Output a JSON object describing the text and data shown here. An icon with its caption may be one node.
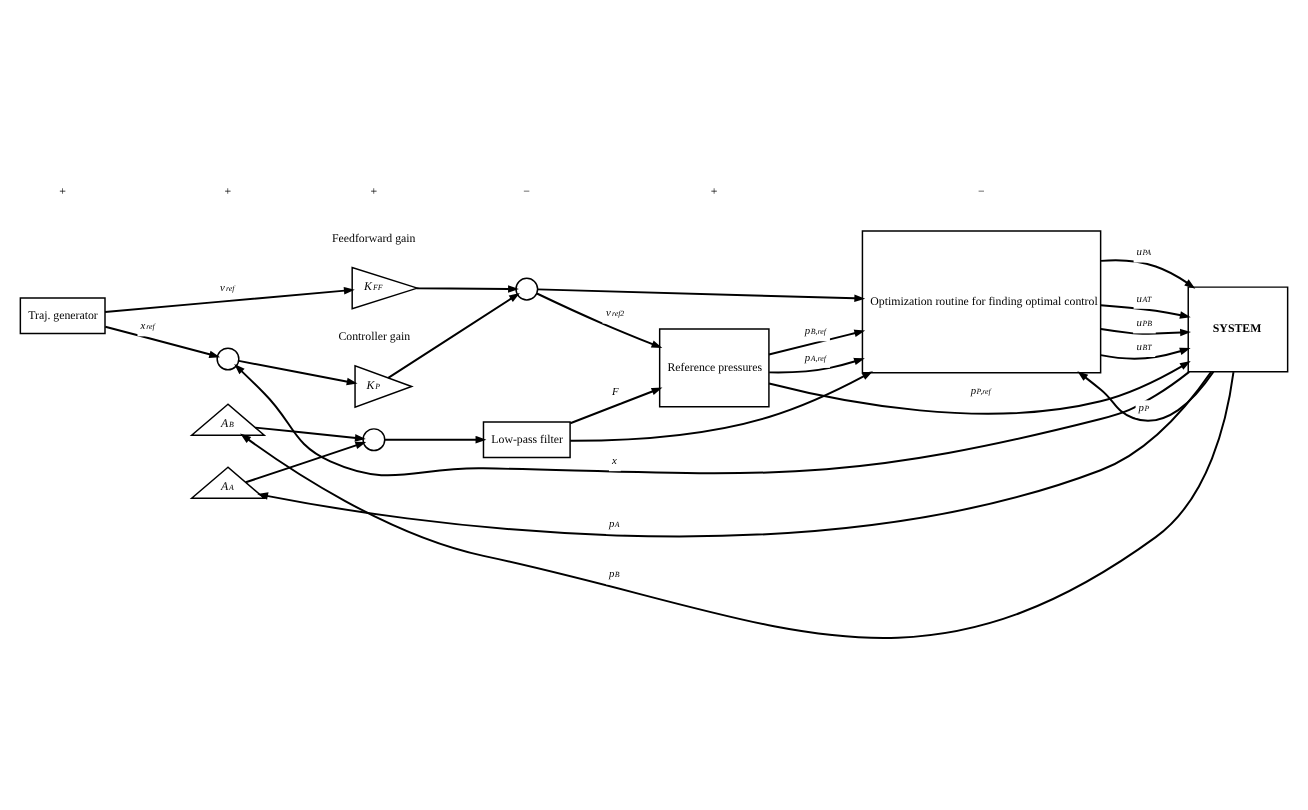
{
  "diagram": {
    "nodes": [
      {
        "text": [
          "Traj. generator"
        ]
      },
      {
        "text": [
          "K$_{FF}$"
        ],
        "beside": [
          "Feedforward gain"
        ]
      },
      {
        "text": [],
        "shape": "circle"
      },
      {
        "text": [
          "K$_{P}$"
        ],
        "beside": [
          "Controller gain"
        ]
      },
      {
        "text": [],
        "shape": "circle"
      },
      {
        "text": [
          "Reference pressures"
        ]
      },
      {
        "text": [
          "Optimization routine for finding optimal control"
        ]
      },
      {
        "text": [],
        "shape": "circle"
      },
      {
        "text": [
          "Low-pass filter"
        ]
      },
      {
        "text": [
          "A$_{A}$"
        ]
      },
      {
        "text": [
          "A$_{B}$"
        ]
      },
      {
        "text": [
          "SYSTEM"
        ]
      }
    ],
    "edges": [
      {
        "from": 0,
        "to": 1,
        "arrow": "to",
        "label": "v$_{ref}$"
      },
      {
        "from": 0,
        "to": 2,
        "arrow": "to",
        "label": "x$_{ref}$"
      },
      {
        "from": 1,
        "to": 4,
        "arrow": "to"
      },
      {
        "from": 2,
        "to": 3,
        "arrow": "to"
      },
      {
        "from": 3,
        "to": 4,
        "arrow": "to"
      },
      {
        "from": 4,
        "to": 5,
        "arrow": "to",
        "label": "v$_{ref2}$"
      },
      {
        "from": 4,
        "to": 6,
        "arrow": "to"
      },
      {
        "from": 5,
        "to": 6,
        "arrow": "to",
        "label": "p$_{A,ref}$"
      },
      {
        "from": 5,
        "to": 6,
        "arrow": "to",
        "label": "p$_{B,ref}$"
      },
      {
        "from": 5,
        "to": 11,
        "arrow": "to",
        "label": "p$_{P,ref}$"
      },
      {
        "from": 7,
        "to": 8,
        "arrow": "to"
      },
      {
        "from": 8,
        "to": 5,
        "arrow": "to",
        "label": "F"
      },
      {
        "from": 8,
        "to": 6,
        "arrow": "to"
      },
      {
        "from": 11,
        "to": 6,
        "arrow": "to",
        "label": "p$_{P}$"
      },
      {
        "from": 11,
        "to": 10,
        "arrow": "to",
        "label": "p$_{B}$"
      },
      {
        "from": 11,
        "to": 9,
        "arrow": "to",
        "label": "p$_{A}$"
      },
      {
        "from": 11,
        "to": 2,
        "arrow": "to",
        "label": "x"
      },
      {
        "from": 9,
        "to": 7,
        "arrow": "to"
      },
      {
        "from": 10,
        "to": 7,
        "arrow": "to"
      },
      {
        "from": 6,
        "to": 11,
        "arrow": "to",
        "label": "u$_{PA}$"
      },
      {
        "from": 6,
        "to": 11,
        "arrow": "to",
        "label": "u$_{AT}$"
      },
      {
        "from": 6,
        "to": 11,
        "arrow": "to",
        "label": "u$_{PB}$"
      },
      {
        "from": 6,
        "to": 11,
        "arrow": "to",
        "label": "u$_{BT}$"
      }
    ],
    "labels": [
      "+",
      "+",
      "+",
      "−",
      "+",
      "−"
    ]
  }
}
